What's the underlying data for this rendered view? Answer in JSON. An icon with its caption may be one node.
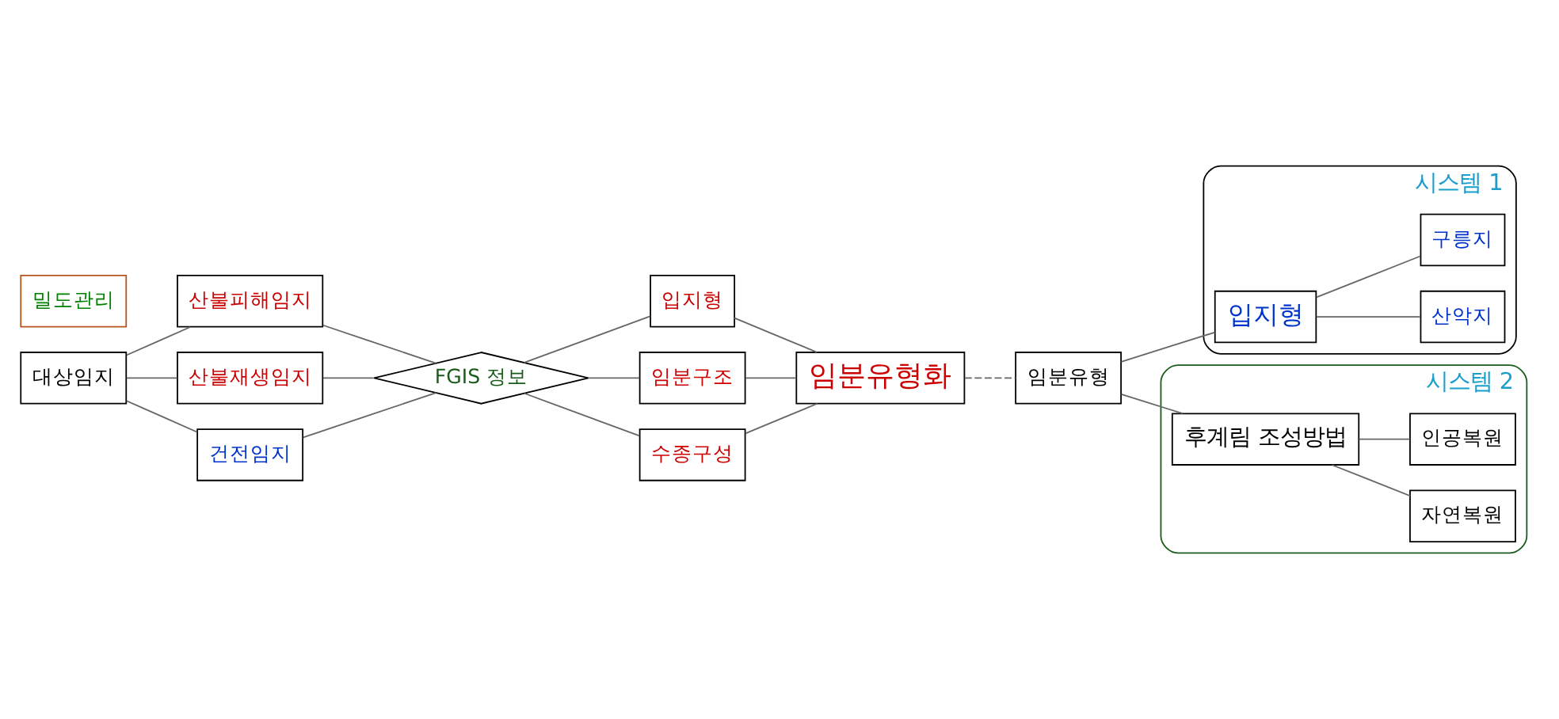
{
  "diagram": {
    "nodes": [
      {
        "text": [
          "대상임지"
        ]
      },
      {
        "text": [
          "산불피해임지"
        ]
      },
      {
        "text": [
          "산불재생임지"
        ]
      },
      {
        "text": [
          "건전임지"
        ]
      },
      {
        "text": [
          "FGIS 정보"
        ]
      },
      {
        "text": [
          "입지형"
        ]
      },
      {
        "text": [
          "임분구조"
        ]
      },
      {
        "text": [
          "수종구성"
        ]
      },
      {
        "text": [
          "임분유형화"
        ]
      },
      {
        "text": [
          "임분유형"
        ]
      },
      {
        "text": [
          "시스템 1"
        ]
      },
      {
        "text": [
          "입지형"
        ],
        "in": 10
      },
      {
        "text": [
          "산악지"
        ],
        "in": 10
      },
      {
        "text": [
          "구릉지"
        ],
        "in": 10
      },
      {
        "text": [
          "시스템 2"
        ]
      },
      {
        "text": [
          "후계림 조성방법"
        ],
        "in": 14
      },
      {
        "text": [
          "자연복원"
        ],
        "in": 14
      },
      {
        "text": [
          "인공복원"
        ],
        "in": 14
      },
      {
        "text": [
          "밀도관리"
        ]
      }
    ],
    "edges": [
      {
        "from": 0,
        "to": 1,
        "arrow": "none"
      },
      {
        "from": 0,
        "to": 2,
        "arrow": "none"
      },
      {
        "from": 0,
        "to": 3,
        "arrow": "none"
      },
      {
        "from": 1,
        "to": 4,
        "arrow": "none"
      },
      {
        "from": 2,
        "to": 4,
        "arrow": "none"
      },
      {
        "from": 3,
        "to": 4,
        "arrow": "none"
      },
      {
        "from": 4,
        "to": 5,
        "arrow": "none"
      },
      {
        "from": 4,
        "to": 6,
        "arrow": "none"
      },
      {
        "from": 4,
        "to": 7,
        "arrow": "none"
      },
      {
        "from": 5,
        "to": 8,
        "arrow": "none"
      },
      {
        "from": 6,
        "to": 8,
        "arrow": "none"
      },
      {
        "from": 7,
        "to": 8,
        "arrow": "none"
      },
      {
        "from": 8,
        "to": 9,
        "arrow": "none",
        "style": "dashed"
      },
      {
        "from": 9,
        "to": 11,
        "arrow": "none"
      },
      {
        "from": 9,
        "to": 15,
        "arrow": "none"
      },
      {
        "from": 11,
        "to": 12,
        "arrow": "none"
      },
      {
        "from": 11,
        "to": 13,
        "arrow": "none"
      },
      {
        "from": 15,
        "to": 16,
        "arrow": "none"
      },
      {
        "from": 15,
        "to": 17,
        "arrow": "none"
      }
    ]
  }
}
